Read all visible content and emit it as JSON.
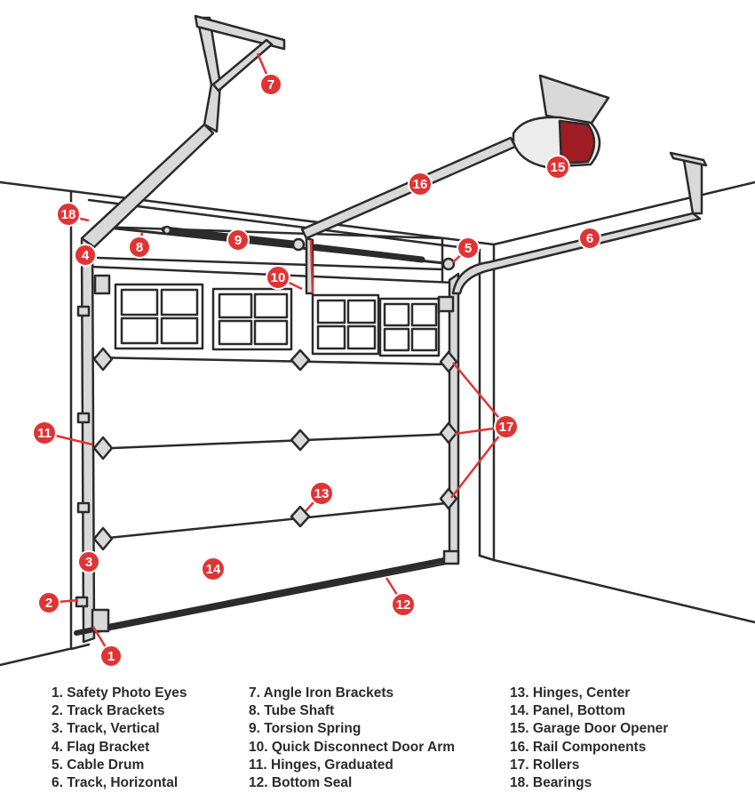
{
  "parts": [
    {
      "num": "1",
      "label": "Safety Photo Eyes"
    },
    {
      "num": "2",
      "label": "Track Brackets"
    },
    {
      "num": "3",
      "label": "Track, Vertical"
    },
    {
      "num": "4",
      "label": "Flag Bracket"
    },
    {
      "num": "5",
      "label": "Cable Drum"
    },
    {
      "num": "6",
      "label": "Track, Horizontal"
    },
    {
      "num": "7",
      "label": "Angle Iron Brackets"
    },
    {
      "num": "8",
      "label": "Tube Shaft"
    },
    {
      "num": "9",
      "label": "Torsion Spring"
    },
    {
      "num": "10",
      "label": "Quick Disconnect Door Arm"
    },
    {
      "num": "11",
      "label": "Hinges, Graduated"
    },
    {
      "num": "12",
      "label": "Bottom Seal"
    },
    {
      "num": "13",
      "label": "Hinges, Center"
    },
    {
      "num": "14",
      "label": "Panel, Bottom"
    },
    {
      "num": "15",
      "label": "Garage Door Opener"
    },
    {
      "num": "16",
      "label": "Rail Components"
    },
    {
      "num": "17",
      "label": "Rollers"
    },
    {
      "num": "18",
      "label": "Bearings"
    }
  ],
  "colors": {
    "badge": "#e03434",
    "line": "#2b2b2b",
    "metal": "#d9d9d9",
    "opener_accent": "#a01c25"
  }
}
